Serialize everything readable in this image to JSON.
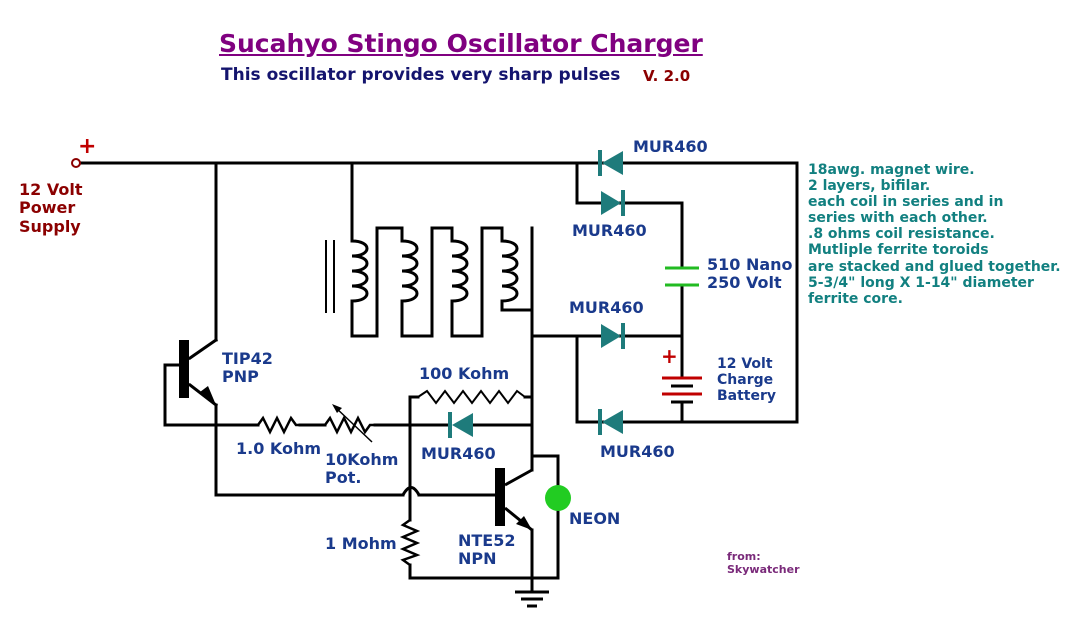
{
  "title": "Sucahyo Stingo Oscillator Charger",
  "subtitle": "This oscillator provides very sharp pulses",
  "version": "V. 2.0",
  "power_supply": {
    "plus_sign": "+",
    "label_lines": [
      "12 Volt",
      "Power",
      "Supply"
    ]
  },
  "components": {
    "diode_top": "MUR460",
    "diode_second": "MUR460",
    "diode_mid": "MUR460",
    "diode_bottom": "MUR460",
    "diode_base": "MUR460",
    "capacitor_lines": [
      "510 Nano",
      "250 Volt"
    ],
    "battery_plus": "+",
    "battery_lines": [
      "12 Volt",
      "Charge",
      "Battery"
    ],
    "pnp_lines": [
      "TIP42",
      "PNP"
    ],
    "npn_lines": [
      "NTE52",
      "NPN"
    ],
    "resistor_1k": "1.0 Kohm",
    "resistor_100k": "100 Kohm",
    "pot_lines": [
      "10Kohm",
      "Pot."
    ],
    "resistor_1m": "1 Mohm",
    "neon": "NEON"
  },
  "coil_notes": [
    "18awg. magnet wire.",
    "2 layers, bifilar.",
    "each coil in series and in",
    "series with each other.",
    ".8 ohms coil resistance.",
    "Mutliple ferrite toroids",
    "are stacked and glued together.",
    "5-3/4\" long X 1-14\" diameter",
    "ferrite core."
  ],
  "credit_lines": [
    "from:",
    "Skywatcher"
  ],
  "colors": {
    "title": "#800080",
    "subtitle": "#14146e",
    "version": "#8b0000",
    "power_label": "#8b0000",
    "component_label": "#1a3a8c",
    "notes": "#128080",
    "diode": "#1e7b7b",
    "neon": "#22cc22",
    "battery_plus": "#c00000",
    "capacitor": "#22bb22"
  }
}
